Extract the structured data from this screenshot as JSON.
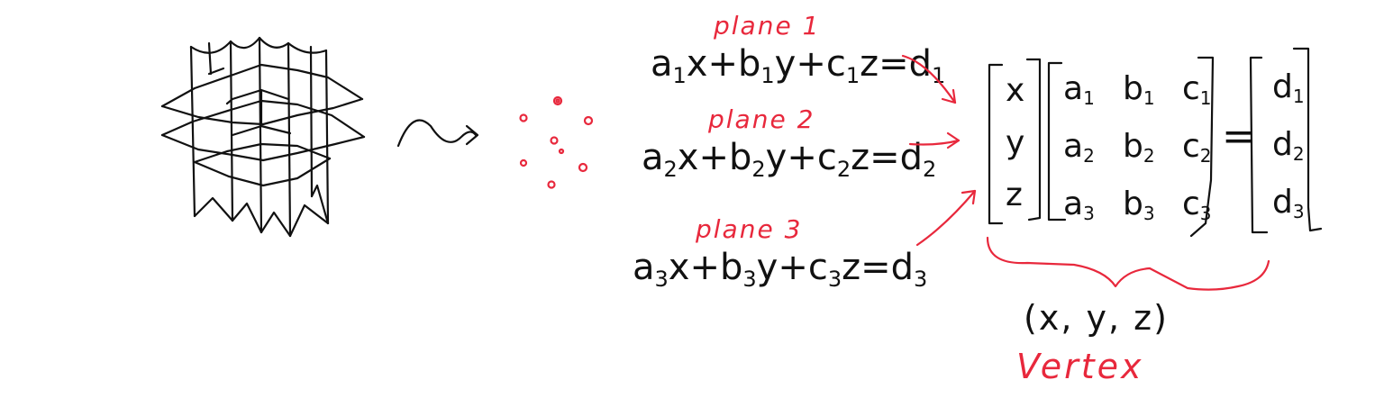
{
  "colors": {
    "ink": "#111111",
    "accent": "#e8283c",
    "background": "#ffffff"
  },
  "equations": [
    {
      "label": "plane 1",
      "a": "a",
      "b": "b",
      "c": "c",
      "d": "d",
      "sub": "1"
    },
    {
      "label": "plane 2",
      "a": "a",
      "b": "b",
      "c": "c",
      "d": "d",
      "sub": "2"
    },
    {
      "label": "plane 3",
      "a": "a",
      "b": "b",
      "c": "c",
      "d": "d",
      "sub": "3"
    }
  ],
  "matrix": {
    "unknowns": [
      "x",
      "y",
      "z"
    ],
    "coefficients": [
      [
        "a1",
        "b1",
        "c1"
      ],
      [
        "a2",
        "b2",
        "c2"
      ],
      [
        "a3",
        "b3",
        "c3"
      ]
    ],
    "equals": "=",
    "constants": [
      "d1",
      "d2",
      "d3"
    ]
  },
  "result": {
    "tuple": "(x, y, z)",
    "label": "Vertex"
  },
  "icons": {
    "left": "plane-grid-icon",
    "wave": "squiggle-arrow-icon",
    "dots": "vertex-points-icon"
  }
}
